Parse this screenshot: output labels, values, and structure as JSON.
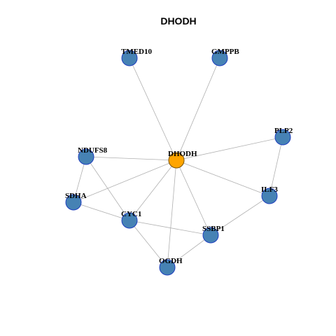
{
  "title": "DHODH",
  "colors": {
    "edge": "#b0b0b0",
    "node_fill": "#4682b4",
    "node_stroke": "#1f3fbf",
    "center_fill": "#ffa500",
    "center_stroke": "#7a5200"
  },
  "nodes": [
    {
      "id": "DHODH",
      "label": "DHODH",
      "center": true
    },
    {
      "id": "TMED10",
      "label": "TMED10"
    },
    {
      "id": "GMPPB",
      "label": "GMPPB"
    },
    {
      "id": "PLP2",
      "label": "PLP2"
    },
    {
      "id": "NDUFS8",
      "label": "NDUFS8"
    },
    {
      "id": "SDHA",
      "label": "SDHA"
    },
    {
      "id": "CYC1",
      "label": "CYC1"
    },
    {
      "id": "ILF3",
      "label": "ILF3"
    },
    {
      "id": "SSBP1",
      "label": "SSBP1"
    },
    {
      "id": "OGDH",
      "label": "OGDH"
    }
  ],
  "edges": [
    [
      "DHODH",
      "TMED10"
    ],
    [
      "DHODH",
      "GMPPB"
    ],
    [
      "DHODH",
      "PLP2"
    ],
    [
      "DHODH",
      "NDUFS8"
    ],
    [
      "DHODH",
      "SDHA"
    ],
    [
      "DHODH",
      "CYC1"
    ],
    [
      "DHODH",
      "ILF3"
    ],
    [
      "DHODH",
      "SSBP1"
    ],
    [
      "DHODH",
      "OGDH"
    ],
    [
      "NDUFS8",
      "SDHA"
    ],
    [
      "NDUFS8",
      "CYC1"
    ],
    [
      "SDHA",
      "CYC1"
    ],
    [
      "CYC1",
      "SSBP1"
    ],
    [
      "CYC1",
      "OGDH"
    ],
    [
      "PLP2",
      "ILF3"
    ],
    [
      "ILF3",
      "SSBP1"
    ],
    [
      "SSBP1",
      "OGDH"
    ]
  ]
}
